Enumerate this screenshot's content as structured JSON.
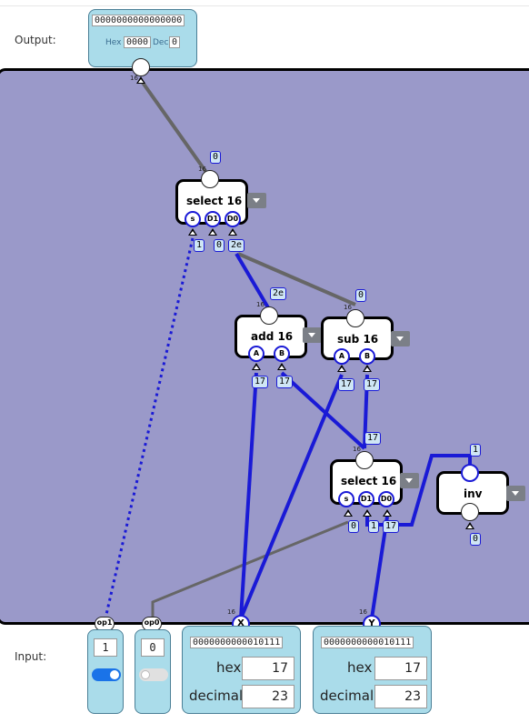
{
  "labels": {
    "output": "Output:",
    "input": "Input:"
  },
  "output": {
    "bits": "0000000000000000",
    "hex_label": "Hex",
    "hex": "0000",
    "dec_label": "Dec",
    "dec": "0"
  },
  "components": {
    "select_top": {
      "title": "select 16",
      "ports": [
        "s",
        "D1",
        "D0"
      ]
    },
    "add": {
      "title": "add 16",
      "ports": [
        "A",
        "B"
      ]
    },
    "sub": {
      "title": "sub 16",
      "ports": [
        "A",
        "B"
      ]
    },
    "select_mid": {
      "title": "select 16",
      "ports": [
        "s",
        "D1",
        "D0"
      ]
    },
    "inv": {
      "title": "inv"
    }
  },
  "tags": {
    "sel_top_out": "0",
    "sel_top_s": "1",
    "sel_top_d1": "0",
    "sel_top_d0": "2e",
    "add_out": "2e",
    "sub_out": "0",
    "add_a": "17",
    "add_b": "17",
    "sub_a": "17",
    "sub_b": "17",
    "sel_mid_out": "17",
    "sel_mid_s": "0",
    "sel_mid_d1": "1",
    "sel_mid_d0": "17",
    "inv_in": "1",
    "inv_out": "0"
  },
  "width": "16",
  "inputs": {
    "op1": {
      "name": "op1",
      "value": "1",
      "toggle_on": true
    },
    "op0": {
      "name": "op0",
      "value": "0",
      "toggle_on": false
    },
    "x": {
      "name": "X",
      "bits": "0000000000010111",
      "hex_label": "hex",
      "hex": "17",
      "dec_label": "decimal",
      "dec": "23"
    },
    "y": {
      "name": "Y",
      "bits": "0000000000010111",
      "hex_label": "hex",
      "hex": "17",
      "dec_label": "decimal",
      "dec": "23"
    }
  },
  "colors": {
    "canvas": "#9a99c9",
    "wire_active": "#1a1ad6",
    "wire_inactive": "#666666",
    "panel": "#aadcea",
    "toggle_on": "#1a73e8"
  }
}
